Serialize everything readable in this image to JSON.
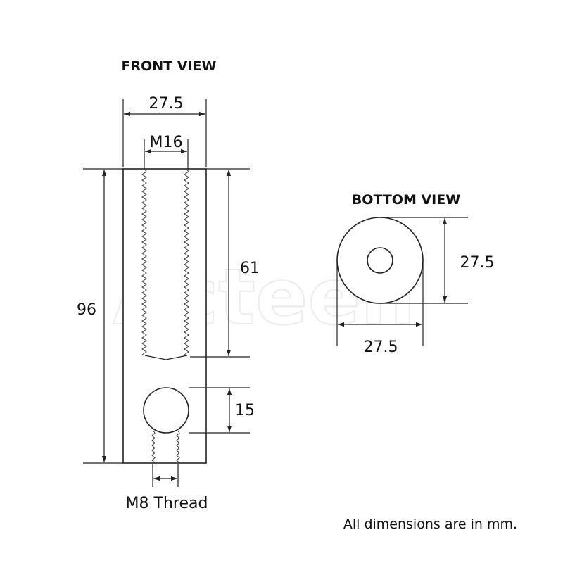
{
  "front_view": {
    "title": "FRONT VIEW",
    "width_dim": "27.5",
    "bore_dim": "M16",
    "height_dim": "96",
    "bore_depth_dim": "61",
    "hole_dim": "15",
    "thread_label": "M8 Thread"
  },
  "bottom_view": {
    "title": "BOTTOM VIEW",
    "height_dim": "27.5",
    "width_dim": "27.5"
  },
  "note": "All dimensions are in mm.",
  "watermark": "Acteen",
  "colors": {
    "line": "#222222",
    "background": "#ffffff"
  }
}
